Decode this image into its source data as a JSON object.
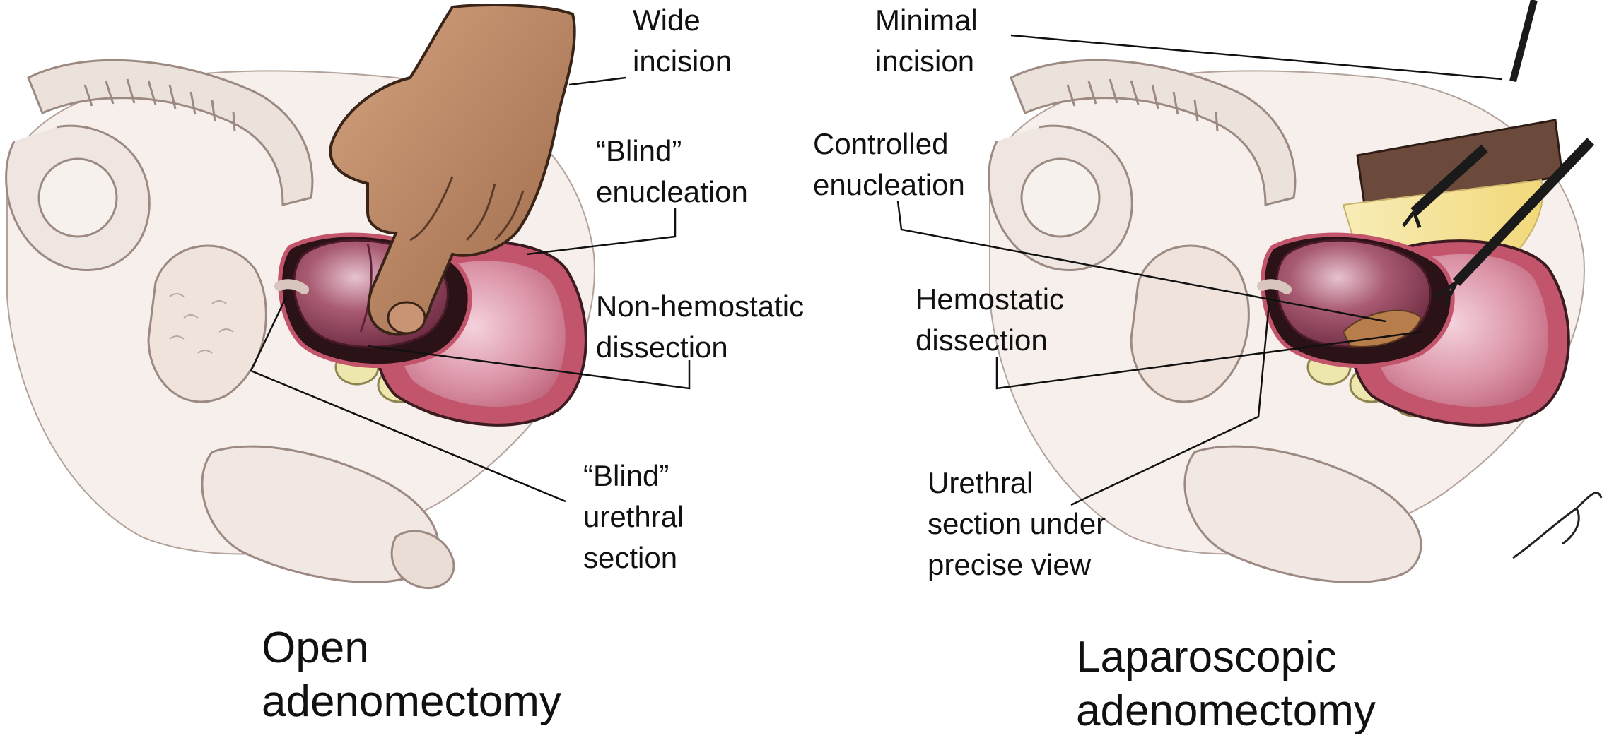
{
  "left_panel": {
    "caption": [
      "Open",
      "adenomectomy"
    ],
    "labels": {
      "wide_incision": [
        "Wide",
        "incision"
      ],
      "blind_enucleation": [
        "“Blind”",
        "enucleation"
      ],
      "non_hemostatic_dissection": [
        "Non-hemostatic",
        "dissection"
      ],
      "blind_urethral_section": [
        "“Blind”",
        "urethral",
        "section"
      ]
    }
  },
  "right_panel": {
    "caption": [
      "Laparoscopic",
      "adenomectomy"
    ],
    "labels": {
      "minimal_incision": [
        "Minimal",
        "incision"
      ],
      "controlled_enucleation": [
        "Controlled",
        "enucleation"
      ],
      "hemostatic_dissection": [
        "Hemostatic",
        "dissection"
      ],
      "urethral_section_precise": [
        "Urethral",
        "section under",
        "precise view"
      ]
    }
  },
  "colors": {
    "tissue_outline": "#8a7a72",
    "bone_fill": "#f1e9e4",
    "prostate": "#9c4a63",
    "bladder": "#d98ea3",
    "bladder_wall": "#b84f63",
    "skin": "#b98563",
    "seminal_vesicles": "#ece7a8",
    "fat": "#f3df8a",
    "instrument": "#1a1a1a",
    "leader_line": "#111111"
  }
}
